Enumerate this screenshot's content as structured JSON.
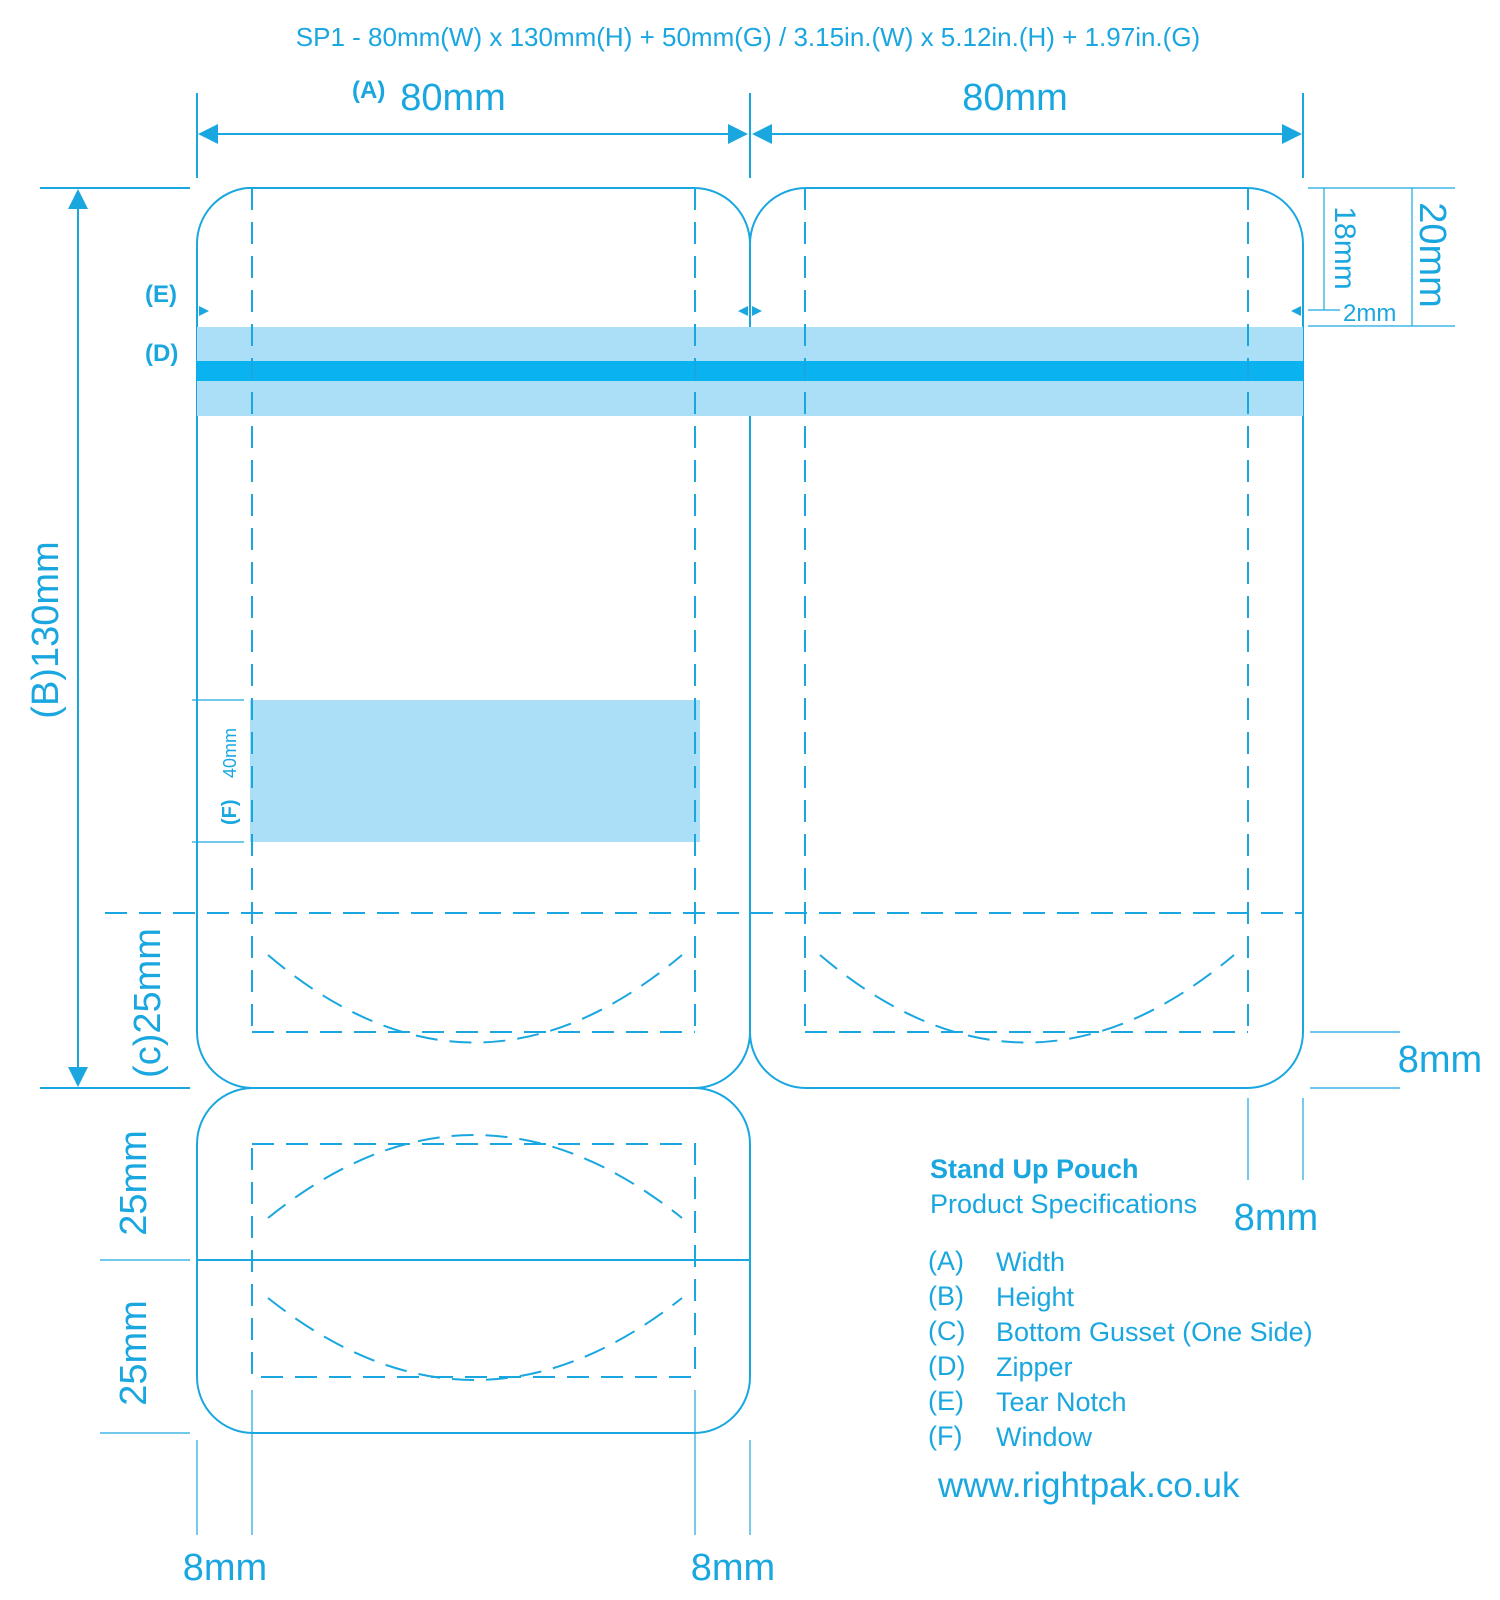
{
  "title": "SP1 - 80mm(W) x 130mm(H) + 50mm(G) / 3.15in.(W) x 5.12in.(H) + 1.97in.(G)",
  "dimensions": {
    "a_tag": "(A)",
    "width_front": "80mm",
    "width_back": "80mm",
    "height": "(B)130mm",
    "gusset_front": "(c)25mm",
    "gusset_bottom_top": "25mm",
    "gusset_bottom_lower": "25mm",
    "top_18": "18mm",
    "top_20": "20mm",
    "top_2": "2mm",
    "right_seal": "8mm",
    "right_side_bottom": "8mm",
    "bottom_left": "8mm",
    "bottom_right": "8mm",
    "window_height": "40mm",
    "window_tag": "(F)"
  },
  "labels": {
    "tear_notch_tag": "(E)",
    "zipper_tag": "(D)"
  },
  "legend": {
    "title": "Stand Up Pouch",
    "subtitle": "Product Specifications",
    "items": [
      {
        "key": "(A)",
        "label": "Width"
      },
      {
        "key": "(B)",
        "label": "Height"
      },
      {
        "key": "(C)",
        "label": "Bottom Gusset (One Side)"
      },
      {
        "key": "(D)",
        "label": "Zipper"
      },
      {
        "key": "(E)",
        "label": "Tear Notch"
      },
      {
        "key": "(F)",
        "label": "Window"
      }
    ],
    "website": "www.rightpak.co.uk"
  },
  "colors": {
    "line": "#1aa7e0",
    "light_fill": "#abdff8",
    "zipper": "#0ab2ef"
  }
}
